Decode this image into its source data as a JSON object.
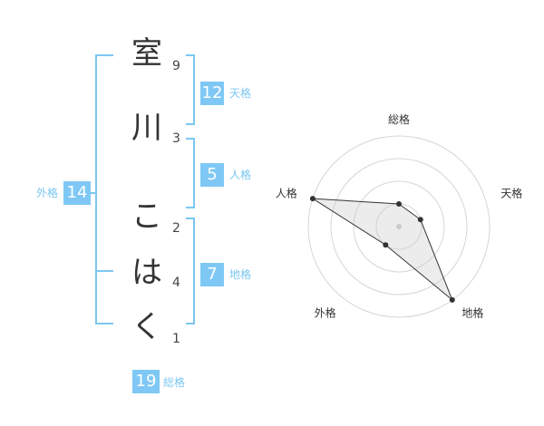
{
  "name": {
    "characters": [
      {
        "char": "室",
        "strokes": "9"
      },
      {
        "char": "川",
        "strokes": "3"
      },
      {
        "char": "こ",
        "strokes": "2"
      },
      {
        "char": "は",
        "strokes": "4"
      },
      {
        "char": "く",
        "strokes": "1"
      }
    ]
  },
  "fortune": {
    "tenkaku": {
      "value": "12",
      "label": "天格"
    },
    "jinkaku": {
      "value": "5",
      "label": "人格"
    },
    "chikaku": {
      "value": "7",
      "label": "地格"
    },
    "gaikaku": {
      "value": "14",
      "label": "外格"
    },
    "soukaku": {
      "value": "19",
      "label": "総格"
    }
  },
  "colors": {
    "accent": "#7fc8f5",
    "bracket": "#7cc7f2",
    "text": "#333333"
  },
  "chart_data": {
    "type": "radar",
    "axes": [
      "総格",
      "天格",
      "地格",
      "外格",
      "人格"
    ],
    "rings": 4,
    "max": 4,
    "values": [
      1,
      1,
      4,
      1,
      4
    ]
  }
}
